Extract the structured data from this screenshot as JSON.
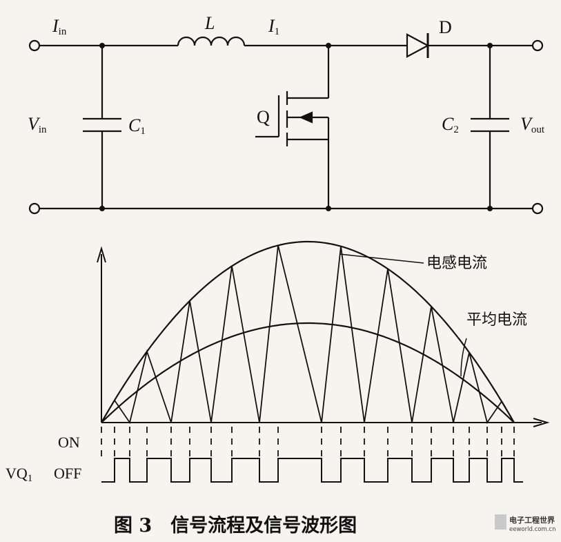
{
  "circuit": {
    "i_in": {
      "main": "I",
      "sub": "in"
    },
    "inductor": "L",
    "i_1": {
      "main": "I",
      "sub": "1"
    },
    "diode": "D",
    "v_in": {
      "main": "V",
      "sub": "in"
    },
    "c1": {
      "main": "C",
      "sub": "1"
    },
    "switch": "Q",
    "c2": {
      "main": "C",
      "sub": "2"
    },
    "v_out": {
      "main": "V",
      "sub": "out"
    }
  },
  "waveform": {
    "inductor_current_label": "电感电流",
    "average_current_label": "平均电流",
    "on_label": "ON",
    "vq_label": {
      "main": "VQ",
      "sub": "1"
    },
    "off_label": "OFF"
  },
  "caption": "图 3　信号流程及信号波形图",
  "watermark": {
    "title": "电子工程世界",
    "url": "eeworld.com.cn"
  }
}
